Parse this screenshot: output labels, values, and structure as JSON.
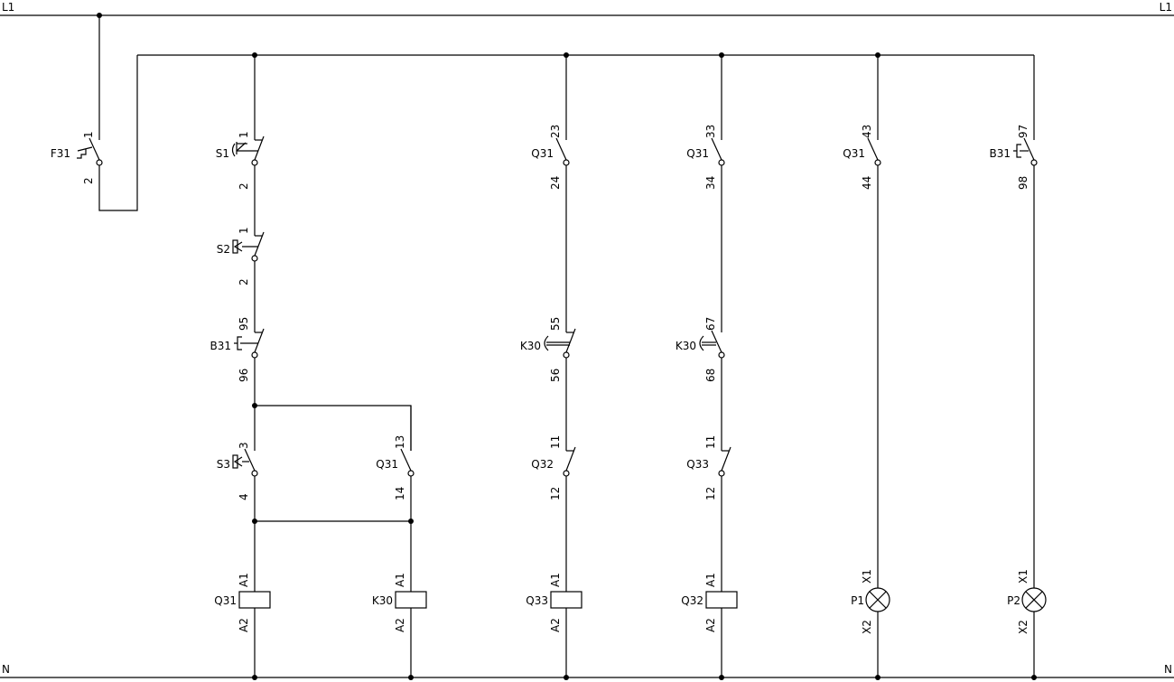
{
  "rails": {
    "top_left": "L1",
    "top_right": "L1",
    "bottom_left": "N",
    "bottom_right": "N"
  },
  "fuse": {
    "label": "F31",
    "pins": [
      "1",
      "2"
    ],
    "type": "breaker"
  },
  "columns": [
    {
      "components": [
        {
          "label": "S1",
          "pins": [
            "1",
            "2"
          ],
          "type": "nc",
          "actuator": "mushroom"
        },
        {
          "label": "S2",
          "pins": [
            "1",
            "2"
          ],
          "type": "nc",
          "actuator": "key"
        },
        {
          "label": "B31",
          "pins": [
            "95",
            "96"
          ],
          "type": "nc",
          "actuator": "thermal"
        },
        {
          "label": "S3",
          "pins": [
            "3",
            "4"
          ],
          "type": "no",
          "actuator": "key"
        },
        {
          "label": "Q31",
          "pins": [
            "A1",
            "A2"
          ],
          "type": "coil"
        }
      ]
    },
    {
      "components": [
        {
          "label": "Q31",
          "pins": [
            "13",
            "14"
          ],
          "type": "no",
          "actuator": ""
        },
        {
          "label": "K30",
          "pins": [
            "A1",
            "A2"
          ],
          "type": "coil"
        }
      ]
    },
    {
      "components": [
        {
          "label": "Q31",
          "pins": [
            "23",
            "24"
          ],
          "type": "no",
          "actuator": ""
        },
        {
          "label": "K30",
          "pins": [
            "55",
            "56"
          ],
          "type": "nc",
          "actuator": "timer"
        },
        {
          "label": "Q32",
          "pins": [
            "11",
            "12"
          ],
          "type": "nc",
          "actuator": ""
        },
        {
          "label": "Q33",
          "pins": [
            "A1",
            "A2"
          ],
          "type": "coil"
        }
      ]
    },
    {
      "components": [
        {
          "label": "Q31",
          "pins": [
            "33",
            "34"
          ],
          "type": "no",
          "actuator": ""
        },
        {
          "label": "K30",
          "pins": [
            "67",
            "68"
          ],
          "type": "no",
          "actuator": "timer"
        },
        {
          "label": "Q33",
          "pins": [
            "11",
            "12"
          ],
          "type": "nc",
          "actuator": ""
        },
        {
          "label": "Q32",
          "pins": [
            "A1",
            "A2"
          ],
          "type": "coil"
        }
      ]
    },
    {
      "components": [
        {
          "label": "Q31",
          "pins": [
            "43",
            "44"
          ],
          "type": "no",
          "actuator": ""
        },
        {
          "label": "P1",
          "pins": [
            "X1",
            "X2"
          ],
          "type": "lamp"
        }
      ]
    },
    {
      "components": [
        {
          "label": "B31",
          "pins": [
            "97",
            "98"
          ],
          "type": "no",
          "actuator": "thermal"
        },
        {
          "label": "P2",
          "pins": [
            "X1",
            "X2"
          ],
          "type": "lamp"
        }
      ]
    }
  ]
}
